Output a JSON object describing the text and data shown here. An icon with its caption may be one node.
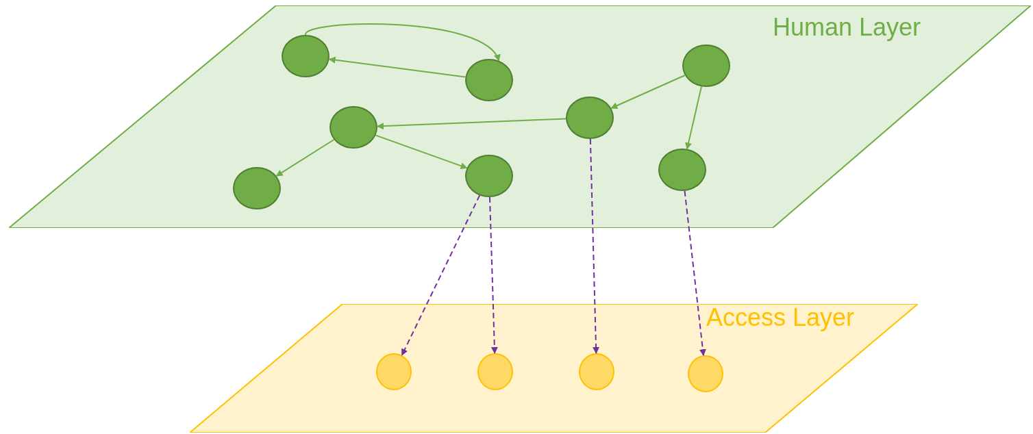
{
  "diagram": {
    "nodes": [
      {
        "text": [
          "Human Layer"
        ]
      },
      {
        "text": [],
        "shape": "circle",
        "in": 0
      },
      {
        "text": [],
        "shape": "circle",
        "in": 0
      },
      {
        "text": [],
        "shape": "circle",
        "in": 0
      },
      {
        "text": [],
        "shape": "circle",
        "in": 0
      },
      {
        "text": [],
        "shape": "circle",
        "in": 0
      },
      {
        "text": [],
        "shape": "circle",
        "in": 0
      },
      {
        "text": [],
        "shape": "circle",
        "in": 0
      },
      {
        "text": [],
        "shape": "circle",
        "in": 0
      },
      {
        "text": [
          "Access Layer"
        ]
      },
      {
        "text": [],
        "shape": "circle",
        "in": 9
      },
      {
        "text": [],
        "shape": "circle",
        "in": 9
      },
      {
        "text": [],
        "shape": "circle",
        "in": 9
      },
      {
        "text": [],
        "shape": "circle",
        "in": 9
      }
    ],
    "edges": [
      {
        "from": 1,
        "to": 3,
        "arrow": "to"
      },
      {
        "from": 3,
        "to": 1,
        "arrow": "to"
      },
      {
        "from": 2,
        "to": 4,
        "arrow": "to"
      },
      {
        "from": 2,
        "to": 6,
        "arrow": "to"
      },
      {
        "from": 4,
        "to": 5,
        "arrow": "to"
      },
      {
        "from": 5,
        "to": 8,
        "arrow": "to"
      },
      {
        "from": 5,
        "to": 7,
        "arrow": "to"
      },
      {
        "from": 7,
        "to": 10,
        "arrow": "to",
        "style": "dashed",
        "color": "#7030a0"
      },
      {
        "from": 7,
        "to": 11,
        "arrow": "to",
        "style": "dashed",
        "color": "#7030a0"
      },
      {
        "from": 4,
        "to": 12,
        "arrow": "to",
        "style": "dashed",
        "color": "#7030a0"
      },
      {
        "from": 6,
        "to": 13,
        "arrow": "to",
        "style": "dashed",
        "color": "#7030a0"
      }
    ]
  }
}
